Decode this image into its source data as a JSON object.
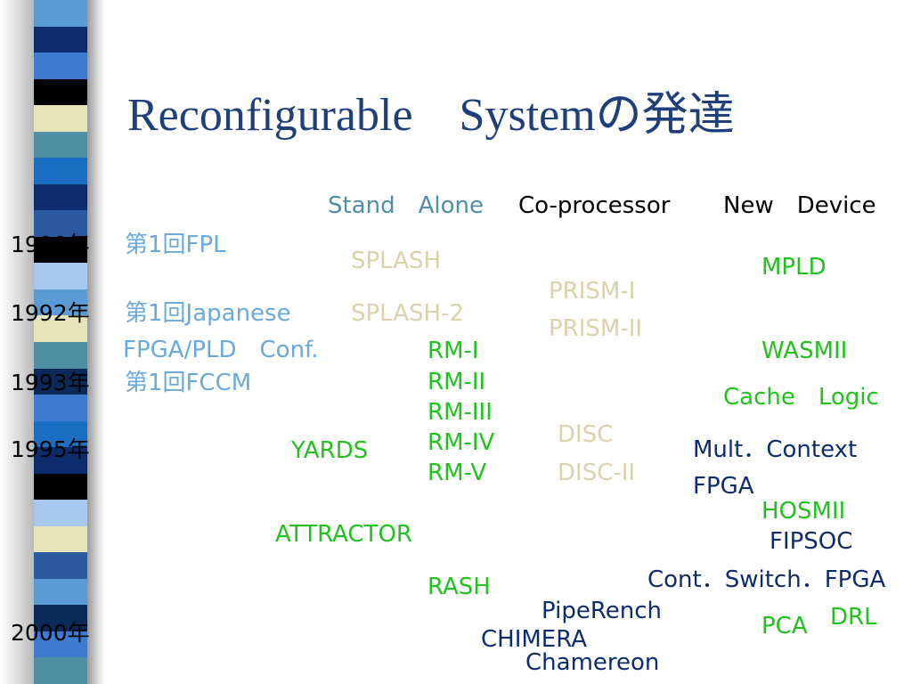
{
  "title": "Reconfigurable　Systemの発達",
  "columns": {
    "stand_alone": "Stand　Alone",
    "co_processor": "Co-processor",
    "new_device": "New　Device"
  },
  "years": [
    "1990年",
    "1992年",
    "1993年",
    "1995年",
    "2000年"
  ],
  "conferences": [
    "第1回FPL",
    "第1回Japanese",
    "FPGA/PLD　Conf.",
    "第1回FCCM"
  ],
  "stand_alone_items": [
    "SPLASH",
    "SPLASH-2",
    "YARDS",
    "ATTRACTOR"
  ],
  "co_processor_items": [
    "PRISM-I",
    "PRISM-II",
    "RM-I",
    "RM-II",
    "RM-III",
    "RM-IV",
    "RM-V",
    "DISC",
    "DISC-II",
    "RASH",
    "PipeRench",
    "CHIMERA",
    "Chamereon"
  ],
  "new_device_items": [
    "MPLD",
    "WASMII",
    "Cache　Logic",
    "Mult．Context",
    "FPGA",
    "HOSMII",
    "FIPSOC",
    "Cont．Switch．FPGA",
    "PCA",
    "DRL"
  ],
  "colors": {
    "title": "#1f3f7a",
    "conference": "#6aa9dc",
    "early": "#d9d2ab",
    "green": "#22c11f",
    "navy": "#0d2c6e"
  }
}
